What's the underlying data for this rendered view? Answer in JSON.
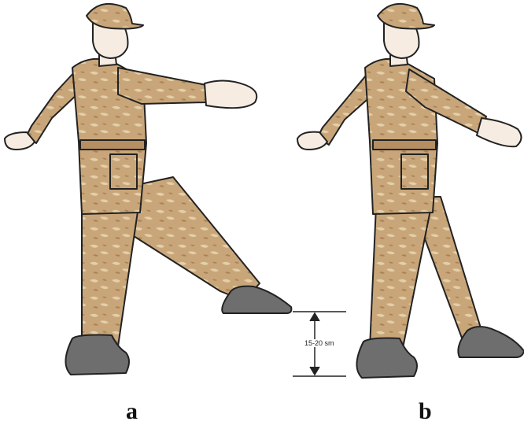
{
  "figures": [
    {
      "label": "a"
    },
    {
      "label": "b"
    }
  ],
  "measurement": {
    "text": "15-20 sm"
  },
  "colors": {
    "uniform": "#c9a67a",
    "uniform_dark": "#9c7a50",
    "camo": "#e3cfa8",
    "skin": "#f6ece2",
    "boot": "#6e6e6e",
    "outline": "#222222"
  }
}
